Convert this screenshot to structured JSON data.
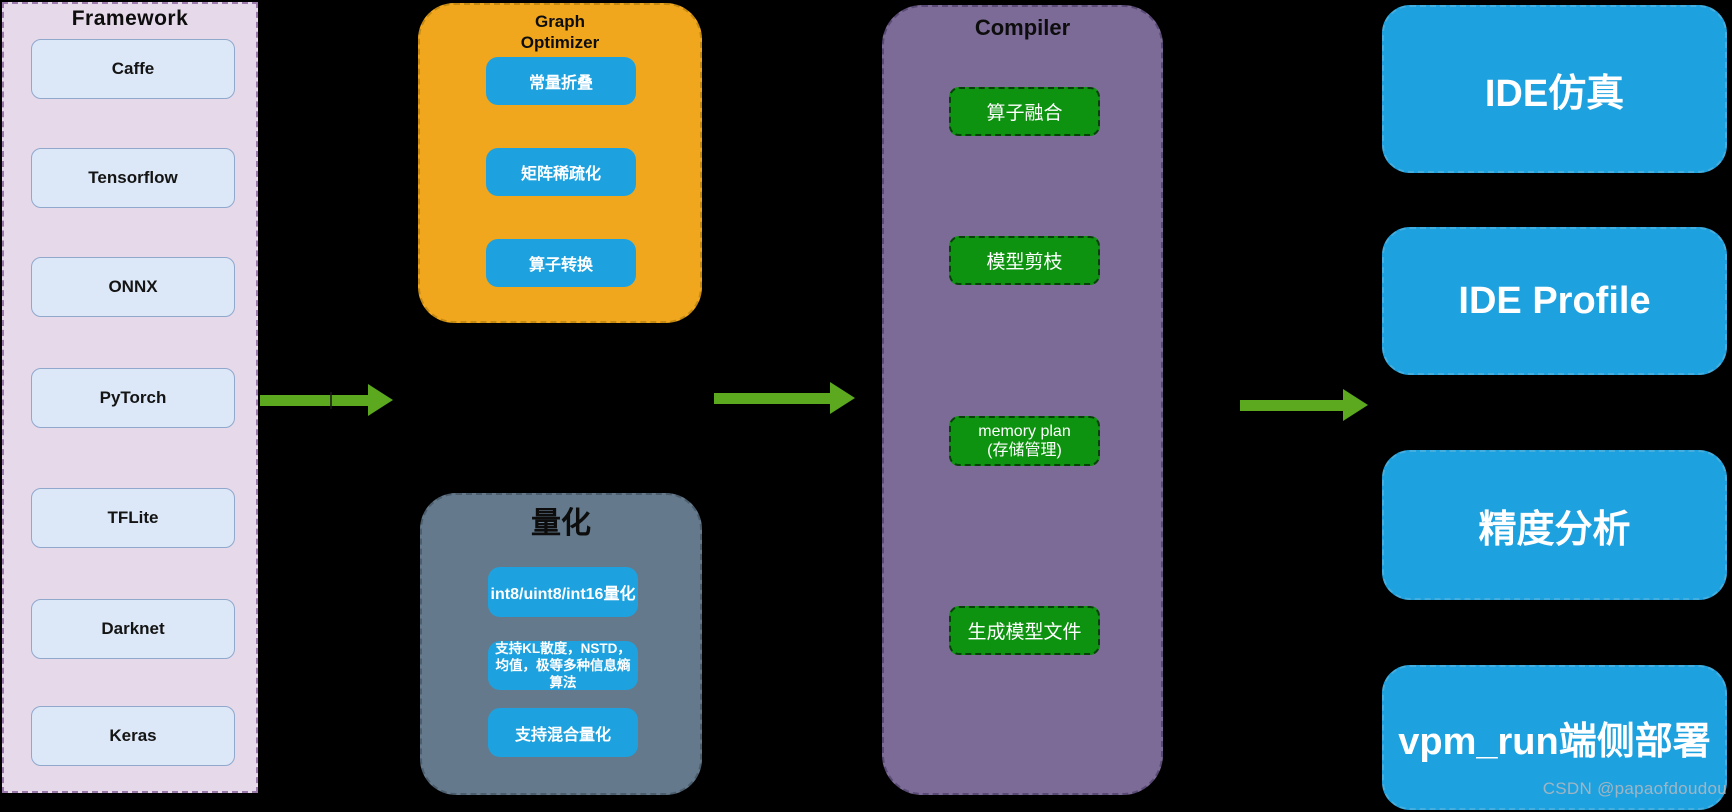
{
  "framework": {
    "title": "Framework",
    "items": [
      "Caffe",
      "Tensorflow",
      "ONNX",
      "PyTorch",
      "TFLite",
      "Darknet",
      "Keras"
    ]
  },
  "graph_optimizer": {
    "title": "Graph\nOptimizer",
    "items": [
      "常量折叠",
      "矩阵稀疏化",
      "算子转换"
    ]
  },
  "quantization": {
    "title": "量化",
    "items": [
      "int8/uint8/int16量化",
      "支持KL散度，NSTD，均值，极等多种信息熵算法",
      "支持混合量化"
    ]
  },
  "compiler": {
    "title": "Compiler",
    "items": [
      "算子融合",
      "模型剪枝",
      "memory plan\n(存储管理)",
      "生成模型文件"
    ]
  },
  "outputs": {
    "items": [
      "IDE仿真",
      "IDE Profile",
      "精度分析",
      "vpm_run端侧部署"
    ]
  },
  "watermark": "CSDN @papaofdoudou",
  "colors": {
    "background": "#000000",
    "framework_panel": "#E6D9EA",
    "framework_panel_border": "#9B79AB",
    "framework_chip": "#DCE8F8",
    "framework_chip_border": "#8FA8CC",
    "optimizer_panel": "#F0A71E",
    "optimizer_panel_border": "#C58A12",
    "quantization_panel": "#64798B",
    "quantization_panel_border": "#4C5E6E",
    "compiler_panel": "#7C6B96",
    "compiler_panel_border": "#594A76",
    "blue_chip": "#1EA2DF",
    "green_chip": "#0E9310",
    "output_box": "#1EA1DF",
    "arrow": "#5CA81E"
  }
}
